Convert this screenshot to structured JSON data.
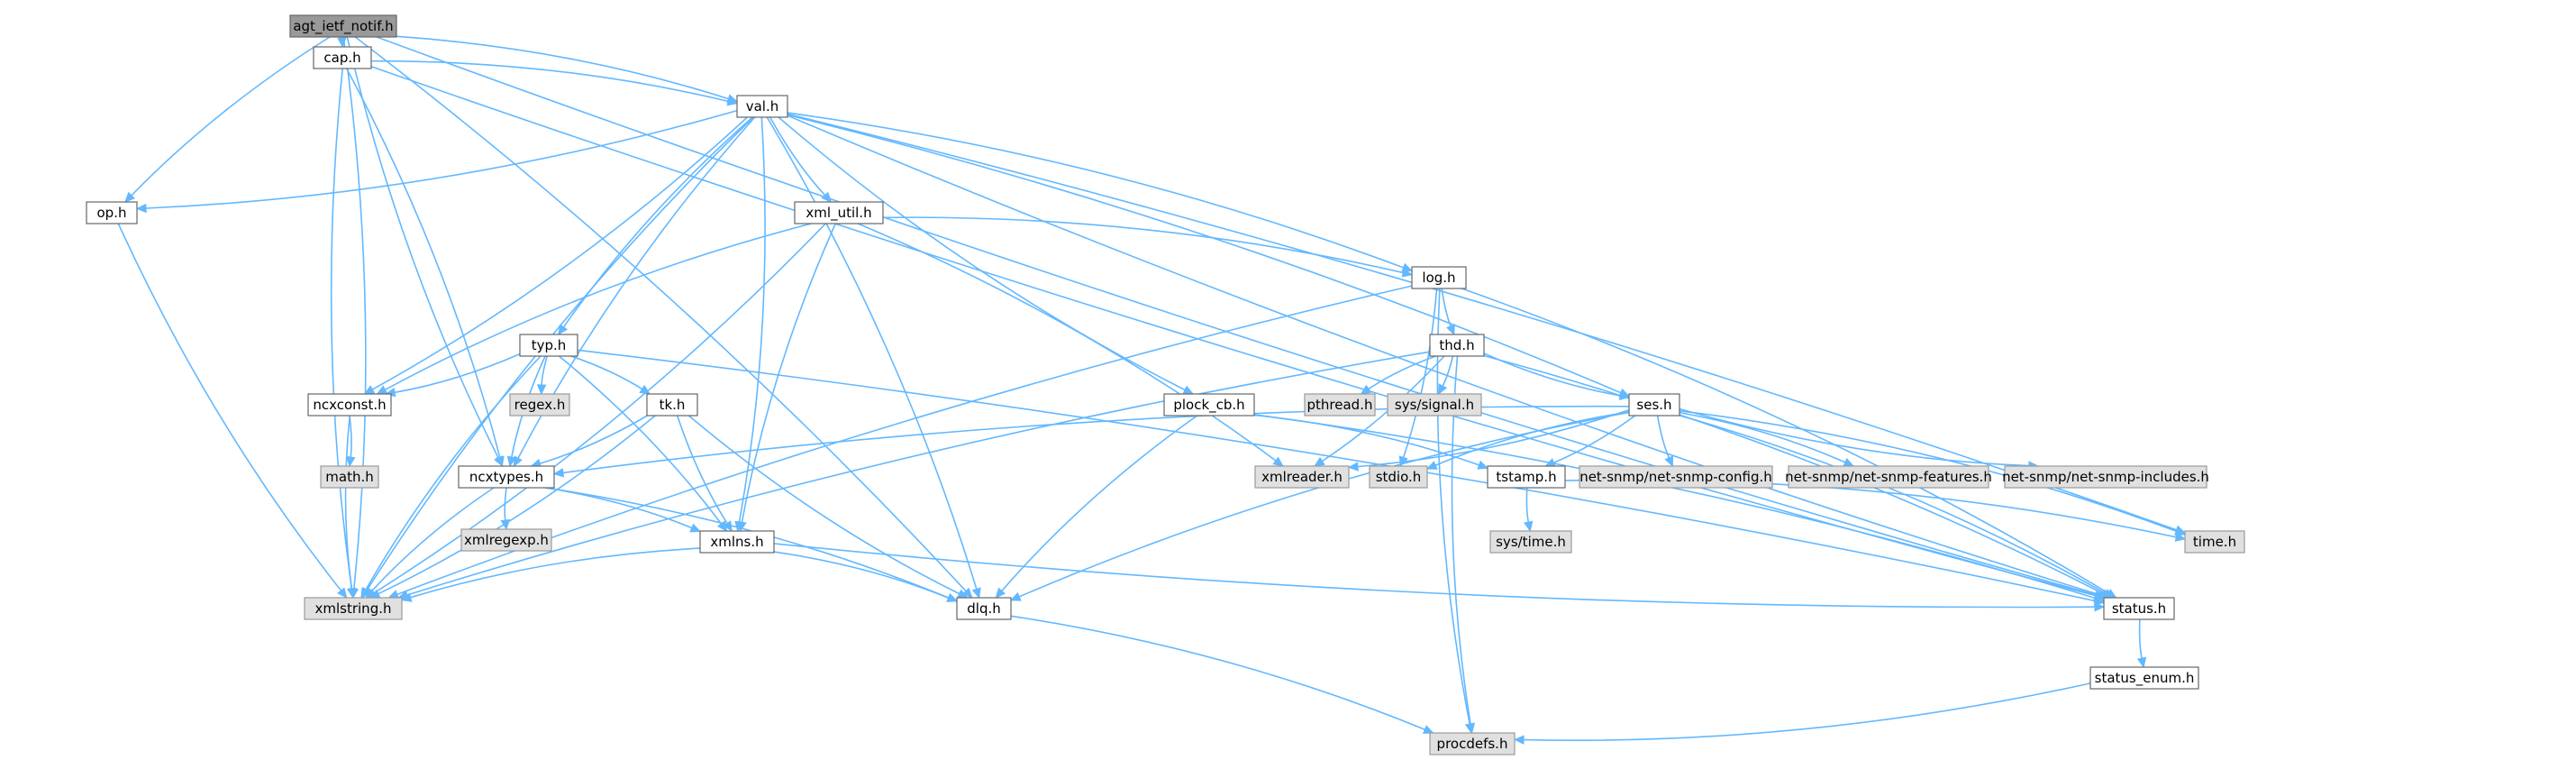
{
  "diagram": {
    "colors": {
      "edge": "#63b8ff",
      "root_fill": "#999999",
      "root_stroke": "#666666",
      "project_fill": "#ffffff",
      "project_stroke": "#666666",
      "system_fill": "#e0e0e0",
      "system_stroke": "#999999"
    },
    "nodes": [
      {
        "id": "agt_ietf_notif",
        "label": "agt_ietf_notif.h",
        "kind": "root"
      },
      {
        "id": "cap",
        "label": "cap.h",
        "kind": "project"
      },
      {
        "id": "val",
        "label": "val.h",
        "kind": "project"
      },
      {
        "id": "op",
        "label": "op.h",
        "kind": "project"
      },
      {
        "id": "xml_util",
        "label": "xml_util.h",
        "kind": "project"
      },
      {
        "id": "log",
        "label": "log.h",
        "kind": "project"
      },
      {
        "id": "typ",
        "label": "typ.h",
        "kind": "project"
      },
      {
        "id": "thd",
        "label": "thd.h",
        "kind": "project"
      },
      {
        "id": "ncxconst",
        "label": "ncxconst.h",
        "kind": "project"
      },
      {
        "id": "regex",
        "label": "regex.h",
        "kind": "system"
      },
      {
        "id": "tk",
        "label": "tk.h",
        "kind": "project"
      },
      {
        "id": "plock_cb",
        "label": "plock_cb.h",
        "kind": "project"
      },
      {
        "id": "pthread",
        "label": "pthread.h",
        "kind": "system"
      },
      {
        "id": "syssignal",
        "label": "sys/signal.h",
        "kind": "system"
      },
      {
        "id": "ses",
        "label": "ses.h",
        "kind": "project"
      },
      {
        "id": "math",
        "label": "math.h",
        "kind": "system"
      },
      {
        "id": "ncxtypes",
        "label": "ncxtypes.h",
        "kind": "project"
      },
      {
        "id": "xmlreader",
        "label": "xmlreader.h",
        "kind": "system"
      },
      {
        "id": "stdio",
        "label": "stdio.h",
        "kind": "system"
      },
      {
        "id": "tstamp",
        "label": "tstamp.h",
        "kind": "project"
      },
      {
        "id": "nsconfig",
        "label": "net-snmp/net-snmp-config.h",
        "kind": "system"
      },
      {
        "id": "nsfeatures",
        "label": "net-snmp/net-snmp-features.h",
        "kind": "system"
      },
      {
        "id": "nsincludes",
        "label": "net-snmp/net-snmp-includes.h",
        "kind": "system"
      },
      {
        "id": "xmlregexp",
        "label": "xmlregexp.h",
        "kind": "system"
      },
      {
        "id": "xmlns",
        "label": "xmlns.h",
        "kind": "project"
      },
      {
        "id": "systime",
        "label": "sys/time.h",
        "kind": "system"
      },
      {
        "id": "time",
        "label": "time.h",
        "kind": "system"
      },
      {
        "id": "xmlstring",
        "label": "xmlstring.h",
        "kind": "system"
      },
      {
        "id": "dlq",
        "label": "dlq.h",
        "kind": "project"
      },
      {
        "id": "status",
        "label": "status.h",
        "kind": "project"
      },
      {
        "id": "status_enum",
        "label": "status_enum.h",
        "kind": "project"
      },
      {
        "id": "procdefs",
        "label": "procdefs.h",
        "kind": "system"
      }
    ],
    "edges": [
      [
        "agt_ietf_notif",
        "cap"
      ],
      [
        "agt_ietf_notif",
        "val"
      ],
      [
        "agt_ietf_notif",
        "op"
      ],
      [
        "agt_ietf_notif",
        "xmlstring"
      ],
      [
        "agt_ietf_notif",
        "ncxtypes"
      ],
      [
        "agt_ietf_notif",
        "dlq"
      ],
      [
        "agt_ietf_notif",
        "status"
      ],
      [
        "cap",
        "val"
      ],
      [
        "cap",
        "xmlstring"
      ],
      [
        "cap",
        "ncxtypes"
      ],
      [
        "cap",
        "status"
      ],
      [
        "val",
        "op"
      ],
      [
        "val",
        "xml_util"
      ],
      [
        "val",
        "log"
      ],
      [
        "val",
        "typ"
      ],
      [
        "val",
        "ncxconst"
      ],
      [
        "val",
        "plock_cb"
      ],
      [
        "val",
        "ses"
      ],
      [
        "val",
        "ncxtypes"
      ],
      [
        "val",
        "xmlns"
      ],
      [
        "val",
        "xmlstring"
      ],
      [
        "val",
        "dlq"
      ],
      [
        "val",
        "status"
      ],
      [
        "val",
        "time"
      ],
      [
        "op",
        "xmlstring"
      ],
      [
        "xml_util",
        "log"
      ],
      [
        "xml_util",
        "ncxconst"
      ],
      [
        "xml_util",
        "xmlreader"
      ],
      [
        "xml_util",
        "xmlns"
      ],
      [
        "xml_util",
        "xmlstring"
      ],
      [
        "log",
        "thd"
      ],
      [
        "log",
        "stdio"
      ],
      [
        "log",
        "xmlstring"
      ],
      [
        "log",
        "status"
      ],
      [
        "log",
        "procdefs"
      ],
      [
        "typ",
        "ncxconst"
      ],
      [
        "typ",
        "regex"
      ],
      [
        "typ",
        "tk"
      ],
      [
        "typ",
        "ncxtypes"
      ],
      [
        "typ",
        "xmlns"
      ],
      [
        "typ",
        "xmlstring"
      ],
      [
        "typ",
        "status"
      ],
      [
        "thd",
        "pthread"
      ],
      [
        "thd",
        "syssignal"
      ],
      [
        "thd",
        "ses"
      ],
      [
        "thd",
        "xmlreader"
      ],
      [
        "thd",
        "xmlstring"
      ],
      [
        "thd",
        "status"
      ],
      [
        "thd",
        "procdefs"
      ],
      [
        "ncxconst",
        "math"
      ],
      [
        "ncxconst",
        "xmlstring"
      ],
      [
        "tk",
        "ncxtypes"
      ],
      [
        "tk",
        "xmlns"
      ],
      [
        "tk",
        "xmlstring"
      ],
      [
        "tk",
        "dlq"
      ],
      [
        "plock_cb",
        "tstamp"
      ],
      [
        "plock_cb",
        "dlq"
      ],
      [
        "plock_cb",
        "status"
      ],
      [
        "ses",
        "ncxtypes"
      ],
      [
        "ses",
        "xmlreader"
      ],
      [
        "ses",
        "stdio"
      ],
      [
        "ses",
        "tstamp"
      ],
      [
        "ses",
        "nsconfig"
      ],
      [
        "ses",
        "nsfeatures"
      ],
      [
        "ses",
        "nsincludes"
      ],
      [
        "ses",
        "time"
      ],
      [
        "ses",
        "dlq"
      ],
      [
        "ses",
        "status"
      ],
      [
        "ncxtypes",
        "xmlregexp"
      ],
      [
        "ncxtypes",
        "xmlns"
      ],
      [
        "ncxtypes",
        "xmlstring"
      ],
      [
        "ncxtypes",
        "dlq"
      ],
      [
        "tstamp",
        "systime"
      ],
      [
        "tstamp",
        "time"
      ],
      [
        "xmlns",
        "xmlstring"
      ],
      [
        "xmlns",
        "dlq"
      ],
      [
        "xmlns",
        "status"
      ],
      [
        "dlq",
        "procdefs"
      ],
      [
        "status",
        "status_enum"
      ],
      [
        "status_enum",
        "procdefs"
      ]
    ]
  }
}
